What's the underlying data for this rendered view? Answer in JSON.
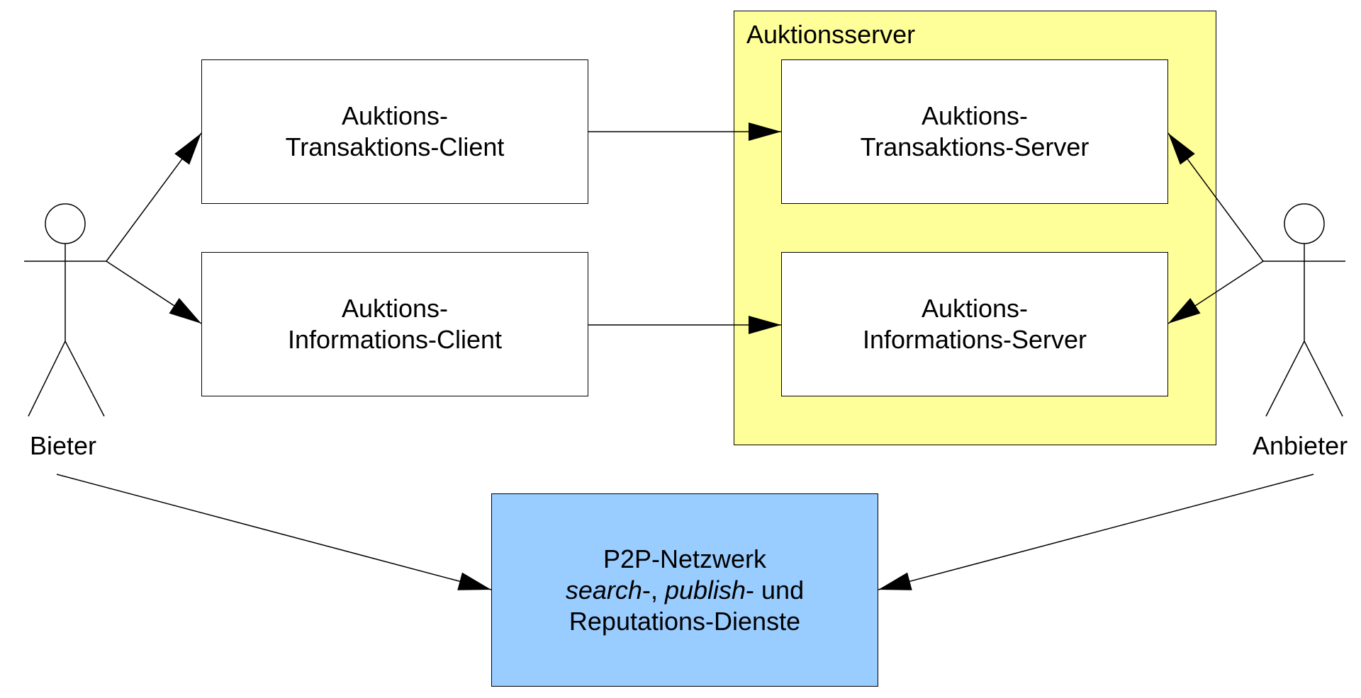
{
  "colors": {
    "server_group_fill": "#ffff99",
    "network_fill": "#99ccff",
    "stroke": "#000000",
    "box_fill": "#ffffff"
  },
  "group": {
    "title": "Auktionsserver"
  },
  "clients": {
    "transaction": {
      "line1": "Auktions-",
      "line2": "Transaktions-Client"
    },
    "information": {
      "line1": "Auktions-",
      "line2": "Informations-Client"
    }
  },
  "servers": {
    "transaction": {
      "line1": "Auktions-",
      "line2": "Transaktions-Server"
    },
    "information": {
      "line1": "Auktions-",
      "line2": "Informations-Server"
    }
  },
  "network": {
    "line1": "P2P-Netzwerk",
    "line2_search": "search",
    "line2_sep1": "-, ",
    "line2_publish": "publish",
    "line2_sep2": "- und",
    "line3": "Reputations-Dienste"
  },
  "actors": {
    "bidder": {
      "label": "Bieter",
      "icon": "stick-figure-icon"
    },
    "seller": {
      "label": "Anbieter",
      "icon": "stick-figure-icon"
    }
  }
}
